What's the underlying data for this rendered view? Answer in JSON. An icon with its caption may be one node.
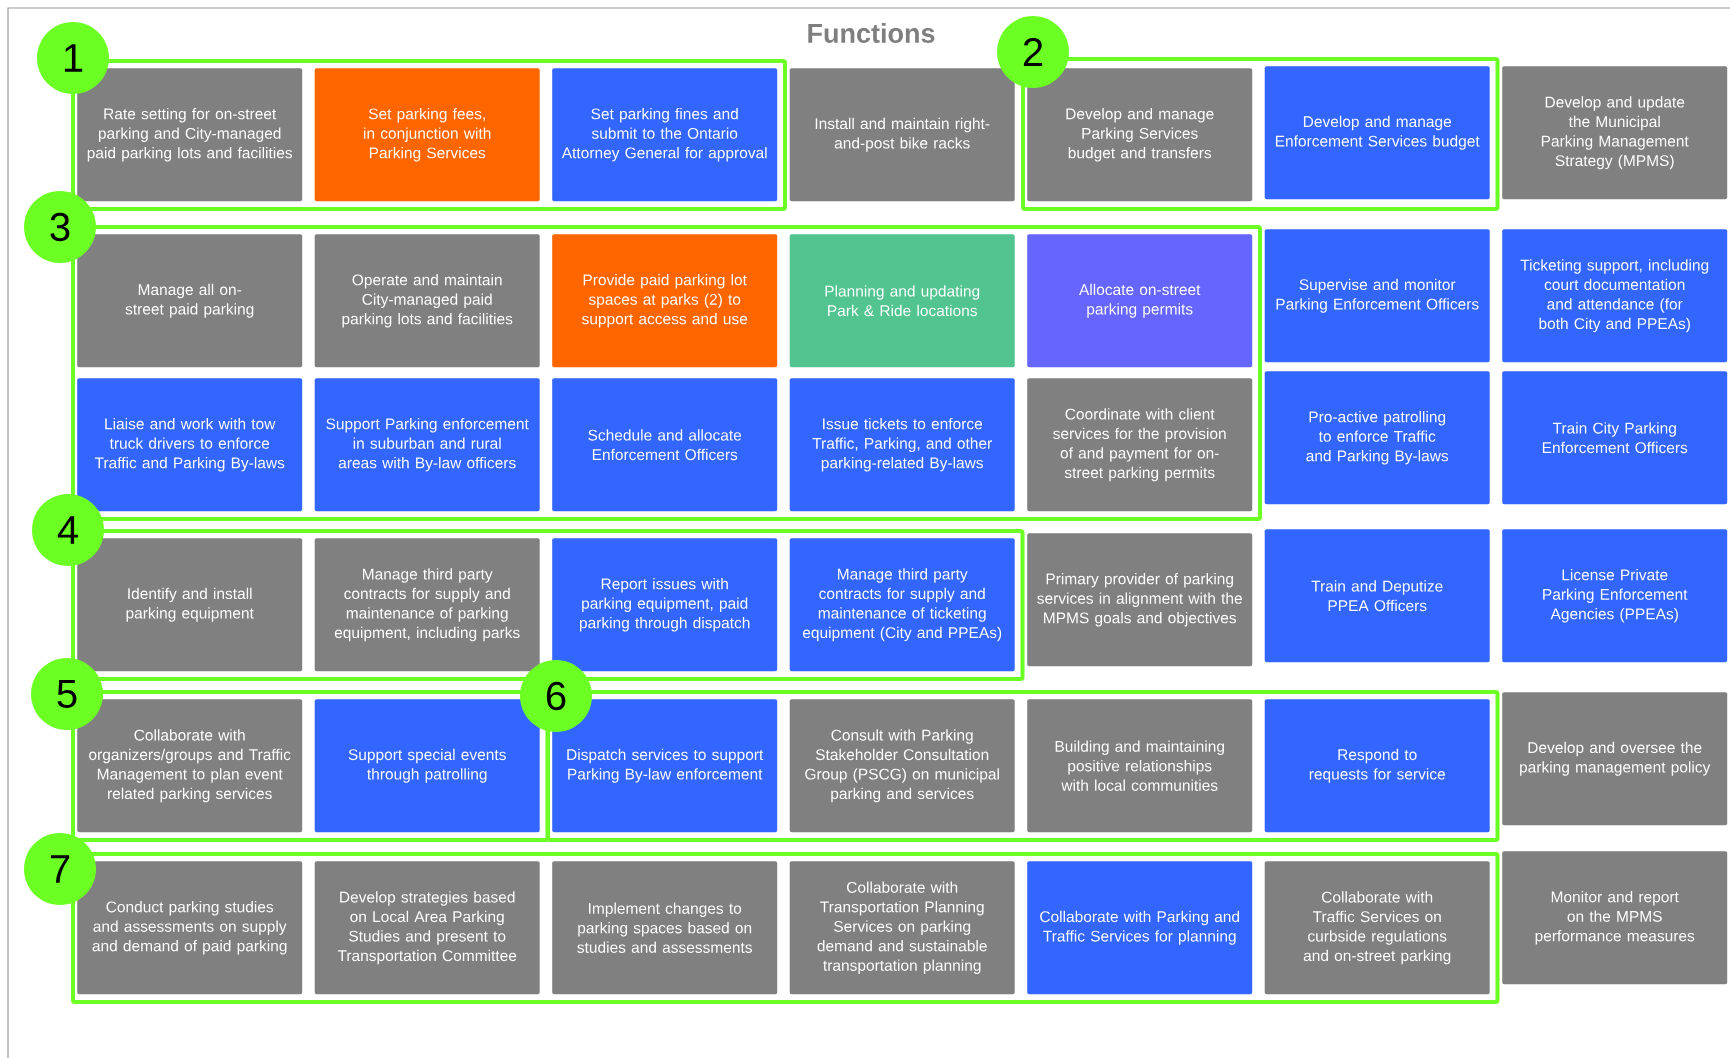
{
  "diagram": {
    "title": "Functions",
    "nodes": [
      {
        "text": [
          "1"
        ]
      },
      {
        "text": [
          "Rate setting for on-street parking and City-managed paid parking lots and facilities"
        ],
        "in": 0
      },
      {
        "text": [
          "Set parking fees, in conjunction with Parking Services"
        ],
        "in": 0
      },
      {
        "text": [
          "Set parking fines and submit to the Ontario Attorney General for approval"
        ],
        "in": 0
      },
      {
        "text": [
          "Install and maintain right-and-post bike racks"
        ]
      },
      {
        "text": [
          "2"
        ]
      },
      {
        "text": [
          "Develop and manage Parking Services budget and transfers"
        ],
        "in": 5
      },
      {
        "text": [
          "Develop and manage Enforcement Services budget"
        ],
        "in": 5
      },
      {
        "text": [
          "Develop and update the Municipal Parking Management Strategy (MPMS)"
        ]
      },
      {
        "text": [
          "3"
        ]
      },
      {
        "text": [
          "Manage all on-street paid parking"
        ],
        "in": 9
      },
      {
        "text": [
          "Operate and maintain City-managed paid parking lots and facilities"
        ],
        "in": 9
      },
      {
        "text": [
          "Provide paid parking lot spaces at parks (2) to support access and use"
        ],
        "in": 9
      },
      {
        "text": [
          "Planning and updating Park & Ride locations"
        ],
        "in": 9
      },
      {
        "text": [
          "Allocate on-street parking permits"
        ],
        "in": 9
      },
      {
        "text": [
          "Supervise and monitor Parking Enforcement Officers"
        ]
      },
      {
        "text": [
          "Ticketing support, including court documentation and attendance (for both City and PPEAs)"
        ]
      },
      {
        "text": [
          "Liaise and work with tow truck drivers to enforce Traffic and Parking By-laws"
        ],
        "in": 9
      },
      {
        "text": [
          "Support Parking enforcement in suburban and rural areas with By-law officers"
        ],
        "in": 9
      },
      {
        "text": [
          "Schedule and allocate Enforcement Officers"
        ],
        "in": 9
      },
      {
        "text": [
          "Issue tickets to enforce Traffic, Parking, and other parking-related By-laws"
        ],
        "in": 9
      },
      {
        "text": [
          "Coordinate with client services for the provision of and payment for on-street parking permits"
        ],
        "in": 9
      },
      {
        "text": [
          "Pro-active patrolling to enforce Traffic and Parking By-laws"
        ]
      },
      {
        "text": [
          "Train City Parking Enforcement Officers"
        ]
      },
      {
        "text": [
          "4"
        ]
      },
      {
        "text": [
          "Identify and install parking equipment"
        ],
        "in": 24
      },
      {
        "text": [
          "Manage third party contracts for supply and maintenance of parking equipment, including parks"
        ],
        "in": 24
      },
      {
        "text": [
          "Report issues with parking equipment, paid parking through dispatch"
        ],
        "in": 24
      },
      {
        "text": [
          "Manage third party contracts for supply and maintenance of ticketing equipment (City and PPEAs)"
        ],
        "in": 24
      },
      {
        "text": [
          "Primary provider of parking services in alignment with the MPMS goals and objectives"
        ]
      },
      {
        "text": [
          "Train and Deputize PPEA Officers"
        ]
      },
      {
        "text": [
          "License Private Parking Enforcement Agencies (PPEAs)"
        ]
      },
      {
        "text": [
          "5"
        ]
      },
      {
        "text": [
          "Collaborate with organizers/groups and Traffic Management to plan event related parking services"
        ],
        "in": 32
      },
      {
        "text": [
          "Support special events through patrolling"
        ],
        "in": 32
      },
      {
        "text": [
          "6"
        ]
      },
      {
        "text": [
          "Dispatch services to support Parking By-law enforcement"
        ],
        "in": 35
      },
      {
        "text": [
          "Consult with Parking Stakeholder Consultation Group (PSCG) on municipal parking and services"
        ],
        "in": 35
      },
      {
        "text": [
          "Building and maintaining positive relationships with local communities"
        ],
        "in": 35
      },
      {
        "text": [
          "Respond to requests for service"
        ],
        "in": 35
      },
      {
        "text": [
          "Develop and oversee the parking management policy"
        ]
      },
      {
        "text": [
          "7"
        ]
      },
      {
        "text": [
          "Conduct parking studies and assessments on supply and demand of paid parking"
        ],
        "in": 41
      },
      {
        "text": [
          "Develop strategies based on Local Area Parking Studies and present to Transportation Committee"
        ],
        "in": 41
      },
      {
        "text": [
          "Implement changes to parking spaces based on studies and assessments"
        ],
        "in": 41
      },
      {
        "text": [
          "Collaborate with Transportation Planning Services on parking demand and sustainable transportation planning"
        ],
        "in": 41
      },
      {
        "text": [
          "Collaborate with Parking and Traffic Services for planning"
        ],
        "in": 41
      },
      {
        "text": [
          "Collaborate with Traffic Services on curbside regulations and on-street parking"
        ],
        "in": 41
      },
      {
        "text": [
          "Monitor and report on the MPMS performance measures"
        ]
      }
    ]
  }
}
